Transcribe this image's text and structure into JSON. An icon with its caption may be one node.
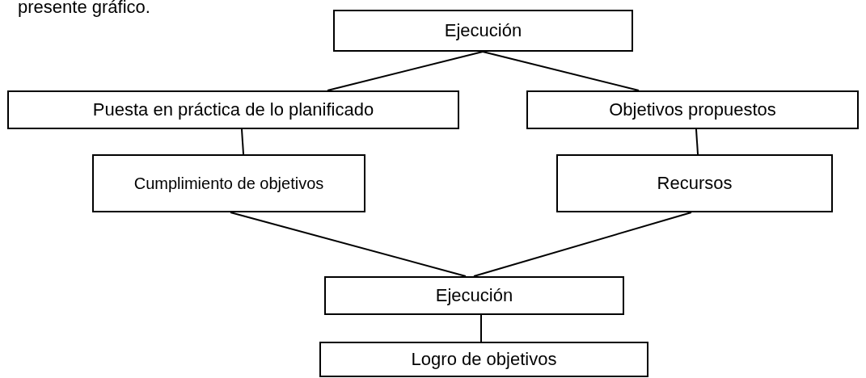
{
  "diagram": {
    "nodes": [
      {
        "text": [
          "Ejecución"
        ]
      },
      {
        "text": [
          "Puesta en práctica de lo planificado"
        ]
      },
      {
        "text": [
          "Objetivos propuestos"
        ]
      },
      {
        "text": [
          "Cumplimiento de objetivos"
        ]
      },
      {
        "text": [
          "Recursos"
        ]
      },
      {
        "text": [
          "Ejecución"
        ]
      },
      {
        "text": [
          "Logro de objetivos"
        ]
      }
    ],
    "edges": [
      {
        "from": 0,
        "to": 1,
        "arrow": "none"
      },
      {
        "from": 0,
        "to": 2,
        "arrow": "none"
      },
      {
        "from": 1,
        "to": 3,
        "arrow": "none"
      },
      {
        "from": 2,
        "to": 4,
        "arrow": "none"
      },
      {
        "from": 3,
        "to": 5,
        "arrow": "none"
      },
      {
        "from": 4,
        "to": 5,
        "arrow": "none"
      },
      {
        "from": 5,
        "to": 6,
        "arrow": "none"
      }
    ],
    "labels": [
      "presente gráfico."
    ]
  }
}
